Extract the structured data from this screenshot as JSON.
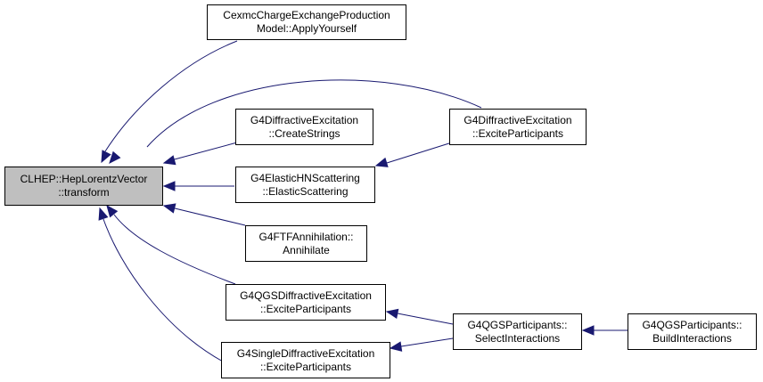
{
  "colors": {
    "root_fill": "#bfbfbf",
    "node_fill": "#ffffff",
    "edge": "#191970",
    "border": "#000000"
  },
  "nodes": {
    "root": {
      "line1": "CLHEP::HepLorentzVector",
      "line2": "::transform"
    },
    "cexmc": {
      "line1": "CexmcChargeExchangeProduction",
      "line2": "Model::ApplyYourself"
    },
    "diff_create": {
      "line1": "G4DiffractiveExcitation",
      "line2": "::CreateStrings"
    },
    "diff_excite": {
      "line1": "G4DiffractiveExcitation",
      "line2": "::ExciteParticipants"
    },
    "elastic": {
      "line1": "G4ElasticHNScattering",
      "line2": "::ElasticScattering"
    },
    "ftf": {
      "line1": "G4FTFAnnihilation::",
      "line2": "Annihilate"
    },
    "qgs_diff": {
      "line1": "G4QGSDiffractiveExcitation",
      "line2": "::ExciteParticipants"
    },
    "single_diff": {
      "line1": "G4SingleDiffractiveExcitation",
      "line2": "::ExciteParticipants"
    },
    "qgs_select": {
      "line1": "G4QGSParticipants::",
      "line2": "SelectInteractions"
    },
    "qgs_build": {
      "line1": "G4QGSParticipants::",
      "line2": "BuildInteractions"
    }
  },
  "edges": [
    [
      "cexmc",
      "root"
    ],
    [
      "diff_excite",
      "root"
    ],
    [
      "diff_create",
      "root"
    ],
    [
      "elastic",
      "root"
    ],
    [
      "ftf",
      "root"
    ],
    [
      "qgs_diff",
      "root"
    ],
    [
      "single_diff",
      "root"
    ],
    [
      "diff_excite",
      "elastic"
    ],
    [
      "qgs_select",
      "qgs_diff"
    ],
    [
      "qgs_select",
      "single_diff"
    ],
    [
      "qgs_build",
      "qgs_select"
    ]
  ]
}
